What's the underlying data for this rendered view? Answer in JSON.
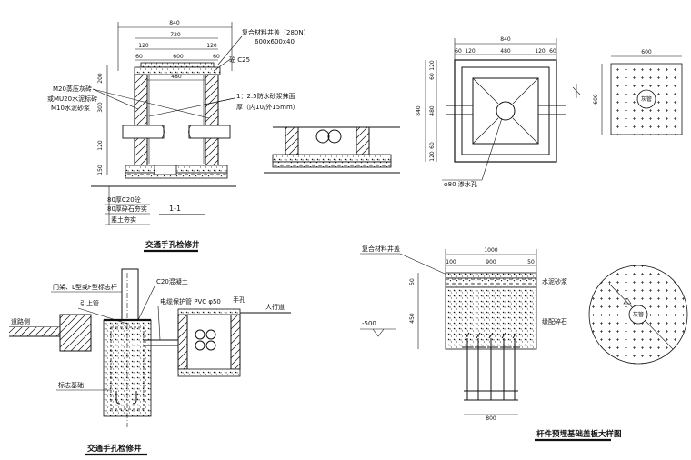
{
  "handhole_section": {
    "dim_total": "840",
    "dim_inner": "720",
    "dim_wall_left": "120",
    "dim_wall_right": "120",
    "dim_lid_left": "60",
    "dim_lid": "600",
    "dim_lid_right": "60",
    "dim_inner_clear": "480",
    "v_dim_1": "200",
    "v_dim_2": "300",
    "v_dim_3": "120",
    "v_dim_4": "150",
    "label_cover": "复合材料井盖（280N）",
    "label_cover_size": "600x600x40",
    "label_concrete": "砼 C25",
    "label_brick_1": "M20蒸压灰砖",
    "label_brick_2": "或MU20水泥标砖",
    "label_brick_3": "M10水泥砂浆",
    "label_plaster_1": "1：2.5防水砂浆抹面",
    "label_plaster_2": "厚（内10/外15mm）",
    "label_base_1": "80厚C20砼",
    "label_base_2": "80厚碎石夯实",
    "label_base_3": "素土夯实",
    "section_mark": "1-1",
    "title": "交通手孔检修井"
  },
  "plan_view": {
    "dim_total": "840",
    "dim_a": "60",
    "dim_b": "120",
    "dim_c": "480",
    "dim_d": "120",
    "dim_e": "60",
    "v_dim_total": "840",
    "v_dim_a": "120",
    "v_dim_b": "60",
    "v_dim_c": "480",
    "v_dim_d": "60",
    "v_dim_e": "120",
    "drain_label": "φ80  渗水孔"
  },
  "cover_square": {
    "dim_w": "600",
    "dim_h": "600",
    "label": "灰管"
  },
  "sign_foundation": {
    "label_pole": "门架、L型或F型标志杆",
    "label_c20": "C20混凝土",
    "label_pipe": "引上管",
    "label_conduit": "电缆保护管 PVC φ50",
    "label_handhole": "手孔",
    "label_sidewalk": "人行道",
    "label_road": "道路侧",
    "label_base": "标志基础",
    "title": "交通手孔检修井"
  },
  "pole_foundation": {
    "label_cover": "复合材料井盖",
    "dim_total": "1000",
    "dim_left": "100",
    "dim_mid": "900",
    "dim_right": "50",
    "dim_bottom": "800",
    "v_dim_1": "50",
    "v_dim_2": "450",
    "elev": "-500",
    "label_mortar": "水泥砂浆",
    "label_gravel": "级配碎石",
    "title": "杆件预埋基础盖板大样图"
  },
  "round_cover": {
    "label": "灰管"
  }
}
